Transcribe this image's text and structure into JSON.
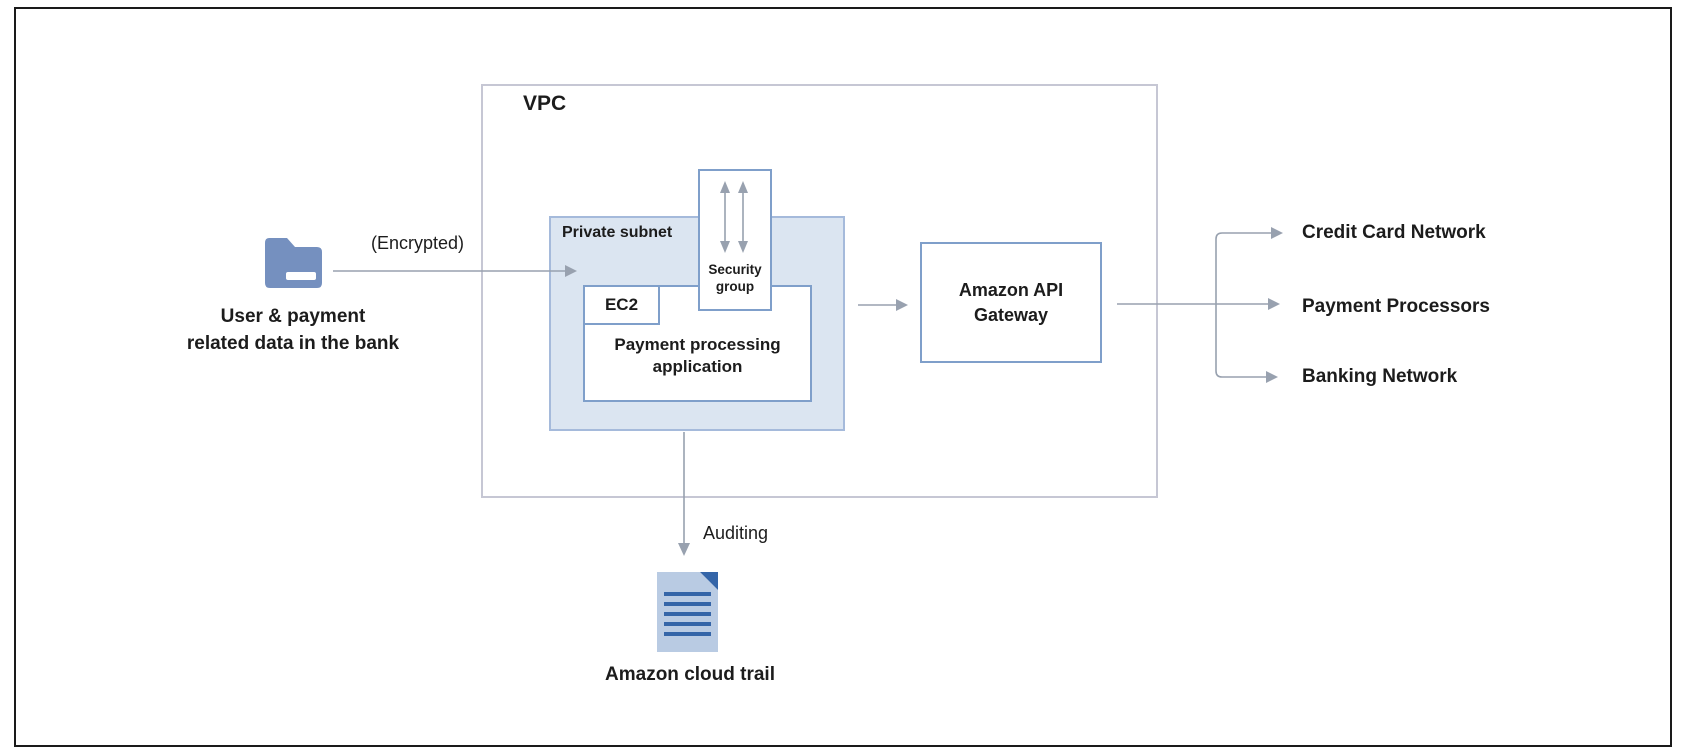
{
  "diagram": {
    "vpc_label": "VPC",
    "private_subnet_label": "Private subnet",
    "security_group_label": "Security\ngroup",
    "ec2_label": "EC2",
    "payment_app_label": "Payment processing\napplication",
    "api_gateway_label": "Amazon API\nGateway",
    "source_label": "User & payment\nrelated data in the bank",
    "encrypted_label": "(Encrypted)",
    "auditing_label": "Auditing",
    "cloudtrail_label": "Amazon cloud trail",
    "destinations": [
      "Credit Card Network",
      "Payment Processors",
      "Banking Network"
    ],
    "icons": {
      "folder": "folder-icon",
      "document": "document-icon"
    },
    "colors": {
      "frame_border": "#1a1a1a",
      "vpc_border": "#c6c7d4",
      "subnet_fill": "#dbe5f1",
      "subnet_border": "#a5badb",
      "box_border_blue": "#7f9fca",
      "folder_blue": "#7590bf",
      "doc_fill": "#b9cbe3",
      "doc_accent": "#3465a8",
      "arrow_gray": "#98a1af",
      "text": "#1c1c1c"
    }
  }
}
